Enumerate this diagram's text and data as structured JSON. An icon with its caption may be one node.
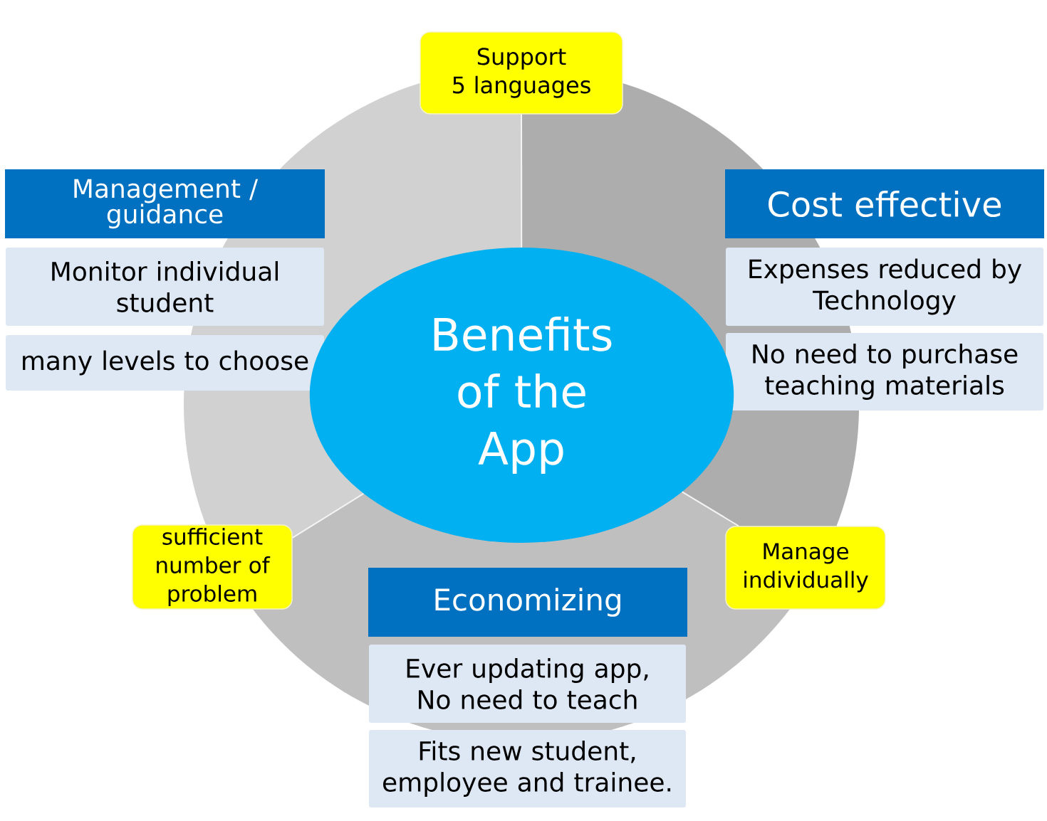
{
  "diagram": {
    "nodes": [
      {
        "text": [
          "Support 5 languages"
        ]
      },
      {
        "text": [
          "Management / guidance"
        ]
      },
      {
        "text": [
          "Monitor individual student"
        ]
      },
      {
        "text": [
          "many levels to choose"
        ]
      },
      {
        "text": [
          "Cost effective"
        ]
      },
      {
        "text": [
          "Expenses reduced by Technology"
        ]
      },
      {
        "text": [
          "No need to purchase teaching materials"
        ]
      },
      {
        "text": [
          "Benefits of the App"
        ]
      },
      {
        "text": [
          "sufficient number of problem"
        ]
      },
      {
        "text": [
          "Manage individually"
        ]
      },
      {
        "text": [
          "Economizing"
        ]
      },
      {
        "text": [
          "Ever updating app, No need to teach"
        ]
      },
      {
        "text": [
          "Fits new student, employee and trainee."
        ]
      }
    ],
    "edges": [
      {
        "from": 7,
        "to": 0,
        "arrow": "none"
      },
      {
        "from": 7,
        "to": 8,
        "arrow": "none"
      },
      {
        "from": 7,
        "to": 9,
        "arrow": "none"
      }
    ]
  }
}
